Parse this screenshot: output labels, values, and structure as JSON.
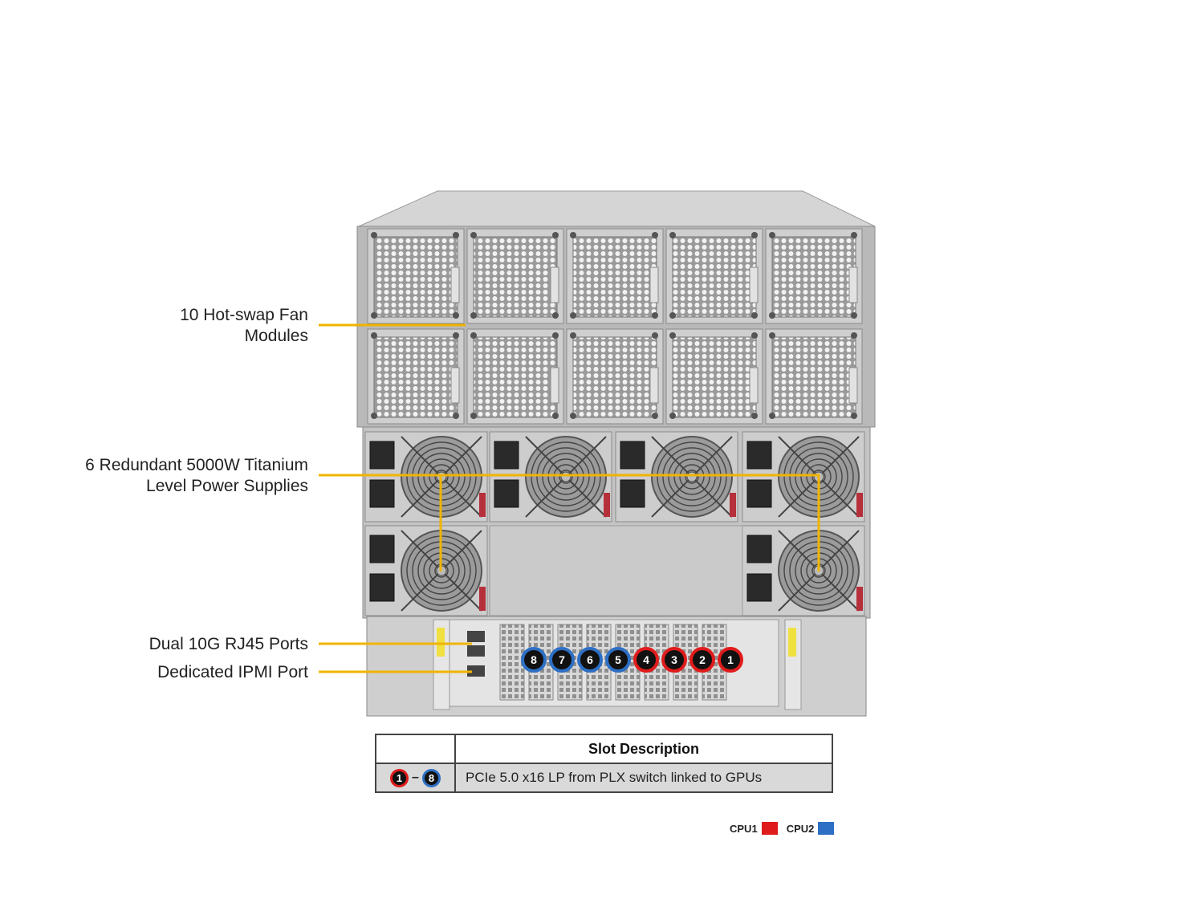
{
  "callouts": {
    "fans": [
      "10 Hot-swap Fan",
      "Modules"
    ],
    "psu": [
      "6 Redundant 5000W Titanium",
      "Level Power Supplies"
    ],
    "lan": [
      "Dual 10G RJ45 Ports"
    ],
    "ipmi": [
      "Dedicated IPMI Port"
    ]
  },
  "slot_badges": [
    {
      "label": "8",
      "cpu": "cpu2"
    },
    {
      "label": "7",
      "cpu": "cpu2"
    },
    {
      "label": "6",
      "cpu": "cpu2"
    },
    {
      "label": "5",
      "cpu": "cpu2"
    },
    {
      "label": "4",
      "cpu": "cpu1"
    },
    {
      "label": "3",
      "cpu": "cpu1"
    },
    {
      "label": "2",
      "cpu": "cpu1"
    },
    {
      "label": "1",
      "cpu": "cpu1"
    }
  ],
  "table": {
    "header": "Slot Description",
    "row": {
      "start_badge": "1",
      "dash": "–",
      "end_badge": "8",
      "description": "PCIe 5.0 x16 LP from PLX switch linked to GPUs"
    }
  },
  "legend": {
    "cpu1_label": "CPU1",
    "cpu2_label": "CPU2"
  },
  "colors": {
    "callout_line": "#f0b400",
    "cpu1": "#e01b1b",
    "cpu2": "#2d6fc4",
    "chassis": "#c9c9c9"
  }
}
